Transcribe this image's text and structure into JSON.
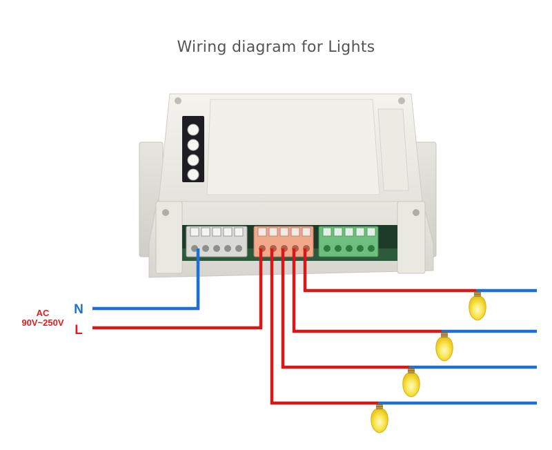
{
  "title": "Wiring diagram for Lights",
  "supply": {
    "ac_label": "AC",
    "voltage_label": "90V~250V",
    "neutral_label": "N",
    "live_label": "L"
  },
  "colors": {
    "neutral_wire": "#1c6fd8",
    "live_wire": "#d81818",
    "ac_text": "#e01c1c",
    "neutral_text": "#1c6fd8",
    "live_text": "#e01c1c",
    "housing": "#ecebe4",
    "terminal_grey": "#d9d9d6",
    "terminal_orange": "#f2a88a",
    "terminal_green": "#6dbf7e",
    "bulb": "#f7e24a"
  },
  "lights": [
    {
      "name": "bulb-icon"
    },
    {
      "name": "bulb-icon"
    },
    {
      "name": "bulb-icon"
    },
    {
      "name": "bulb-icon"
    }
  ]
}
